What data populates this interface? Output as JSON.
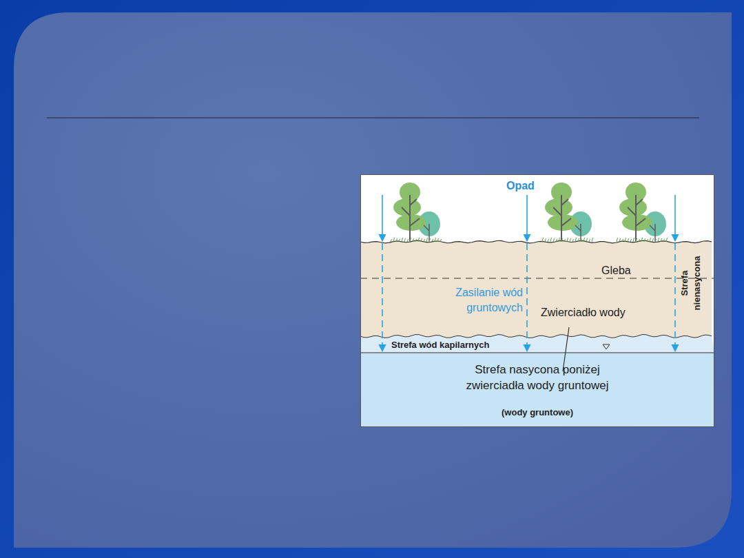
{
  "diagram": {
    "nodes": [
      {
        "text": [
          "Gleba",
          "Strefa nienasycona"
        ]
      },
      {
        "text": [
          "Strefa wód kapilarnych"
        ]
      },
      {
        "text": [
          "Strefa nasycona poniżej zwierciadła wody gruntowej",
          "(wody gruntowe)"
        ]
      }
    ],
    "labels": [
      "Opad",
      "Zasilanie wód gruntowych",
      "Zwierciadło wody"
    ]
  }
}
